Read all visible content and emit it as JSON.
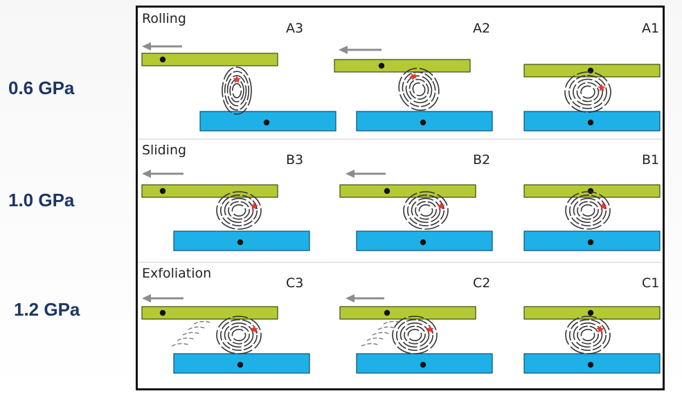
{
  "pressure_labels": [
    "0.6 GPa",
    "1.0 GPa",
    "1.2 GPa"
  ],
  "rows": [
    {
      "mode": "Rolling",
      "panels": [
        "A3",
        "A2",
        "A1"
      ]
    },
    {
      "mode": "Sliding",
      "panels": [
        "B3",
        "B2",
        "B1"
      ]
    },
    {
      "mode": "Exfoliation",
      "panels": [
        "C3",
        "C2",
        "C1"
      ]
    }
  ],
  "colors": {
    "upper_plate": "#b5c934",
    "lower_plate": "#1eb1e8",
    "marker": "#e53935",
    "arrow": "#8c8c8c",
    "pressure_text": "#1d3565"
  },
  "icons": {
    "motion_arrow": "left-arrow-icon",
    "particle": "wrapped-spiral-particle",
    "marker": "red-star-marker"
  }
}
